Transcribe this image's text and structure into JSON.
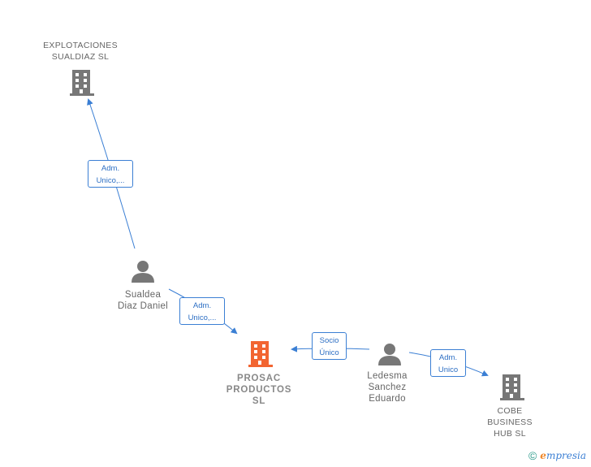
{
  "nodes": {
    "explotaciones": {
      "label": "EXPLOTACIONES\nSUALDIAZ  SL",
      "type": "company"
    },
    "prosac": {
      "label": "PROSAC\nPRODUCTOS\nSL",
      "type": "company-main"
    },
    "cobe": {
      "label": "COBE\nBUSINESS\nHUB  SL",
      "type": "company"
    },
    "sualdea": {
      "label": "Sualdea\nDiaz Daniel",
      "type": "person"
    },
    "ledesma": {
      "label": "Ledesma\nSanchez\nEduardo",
      "type": "person"
    }
  },
  "edges": {
    "sualdea_explotaciones": {
      "label": "Adm.\nUnico,..."
    },
    "sualdea_prosac": {
      "label": "Adm.\nUnico,..."
    },
    "ledesma_prosac": {
      "label": "Socio\nÚnico"
    },
    "ledesma_cobe": {
      "label": "Adm.\nUnico"
    }
  },
  "colors": {
    "company_icon": "#777777",
    "main_company_icon": "#f26531",
    "person_icon": "#777777",
    "edge": "#3b7fd4"
  },
  "footer": {
    "copyright_symbol": "©",
    "brand_first": "e",
    "brand_rest": "mpresia"
  }
}
